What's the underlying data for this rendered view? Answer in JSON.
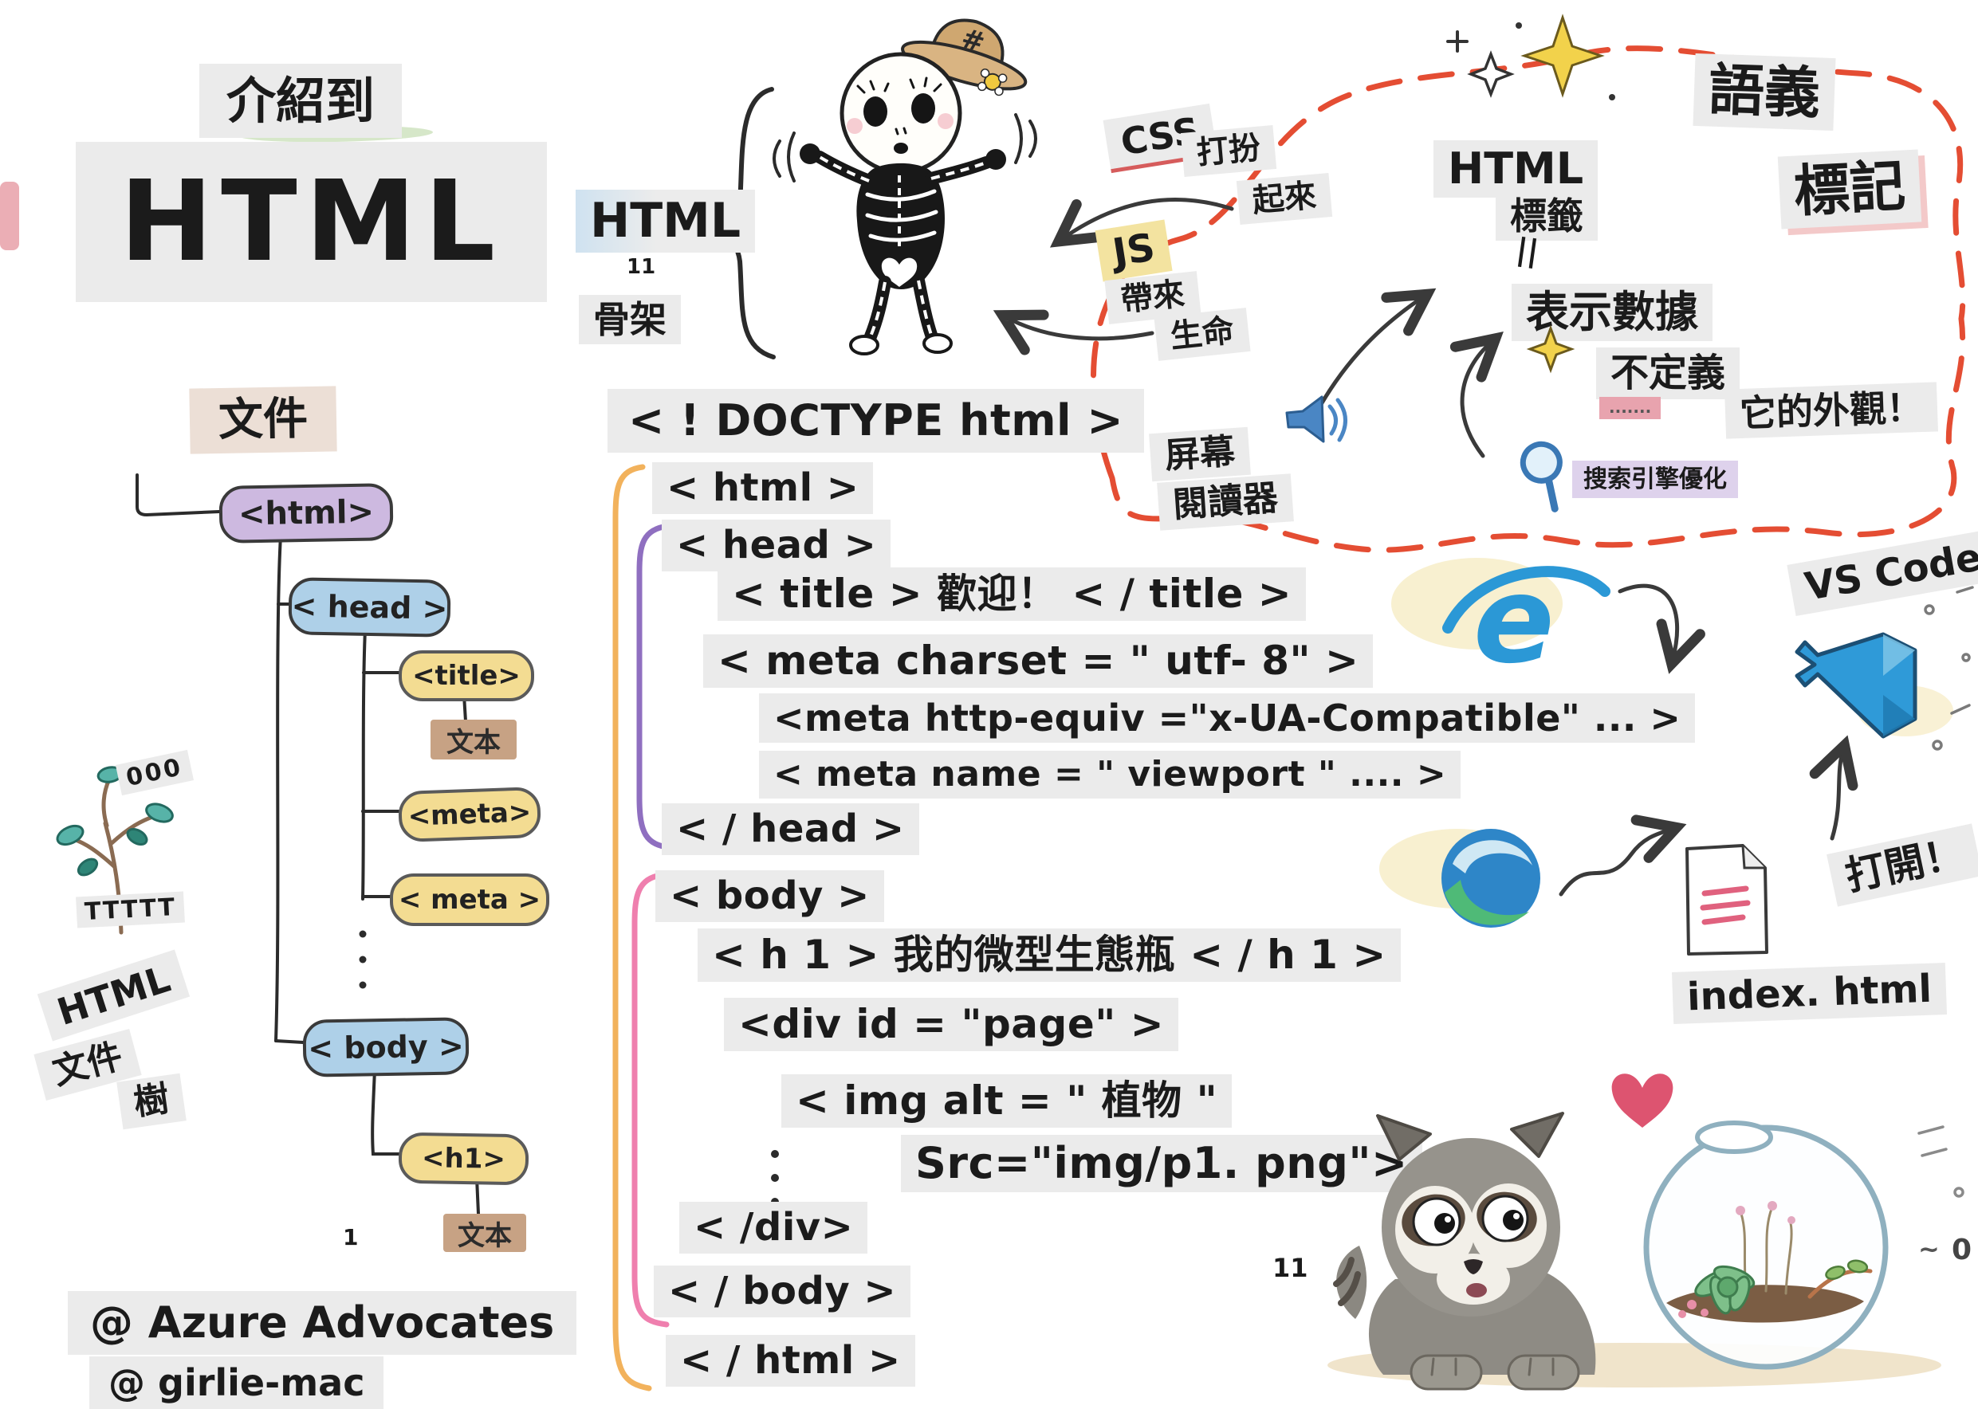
{
  "colors": {
    "highlight": "#ebebeb",
    "pill_purple": "#cdb9e0",
    "pill_blue": "#aed0e8",
    "pill_yellow": "#f3dc92",
    "pill_tan": "#c7a284",
    "bracket_orange": "#f2b25c",
    "bracket_purple": "#8f6fc0",
    "bracket_pink": "#ef7fae",
    "dashed_outline_red": "#e44d33",
    "accent_blue": "#2b98d6"
  },
  "header": {
    "intro": "介紹到",
    "title": "HTML"
  },
  "skeleton": {
    "html": "HTML",
    "sub": "11",
    "label": "骨架",
    "hat_mark": "#"
  },
  "css": {
    "label": "CSS",
    "word1": "打扮",
    "word2": "起來"
  },
  "js": {
    "label": "JS",
    "word1": "帶來",
    "word2": "生命"
  },
  "semantic": {
    "word1": "語義",
    "word2": "標記",
    "html": "HTML",
    "tag": "標籤",
    "equals": "||",
    "data": "表示數據",
    "not_define": "不定義",
    "dots": ".......",
    "appearance": "它的外觀！",
    "screen": "屏幕",
    "reader": "閱讀器",
    "seo": "搜索引擎優化"
  },
  "tree": {
    "title": "文件",
    "nodes": {
      "html": "<html>",
      "head": "< head >",
      "title": "<title>",
      "text1": "文本",
      "meta1": "<meta>",
      "meta2": "< meta >",
      "body": "< body >",
      "h1": "<h1>",
      "text2": "文本"
    },
    "plant_marks_top": "000",
    "plant_marks_bottom": "TTTTT",
    "caption1": "HTML",
    "caption2": "文件",
    "caption3": "樹",
    "stray_one": "1"
  },
  "code": {
    "doctype": "< ! DOCTYPE html >",
    "lines": [
      "< html >",
      "< head >",
      "< title > 歡迎！ < / title >",
      "< meta charset = \" utf- 8\" >",
      "<meta http-equiv =\"x-UA-Compatible\" ... >",
      "< meta name = \" viewport \" .... >",
      "< / head >",
      "< body >",
      "< h 1 > 我的微型生態瓶 < / h 1 >",
      "<div id = \"page\" >",
      "< img alt = \" 植物 \"",
      "Src=\"img/p1. png\">",
      "< /div>",
      "< / body >",
      "< / html >"
    ]
  },
  "tools": {
    "vscode": "VS Code",
    "open": "打開！",
    "filename": "index. html"
  },
  "footer": {
    "handle1": "@ Azure Advocates",
    "handle2": "@ girlie-mac"
  },
  "marks": {
    "n11": "11",
    "tilde": "~",
    "n0": "0"
  }
}
